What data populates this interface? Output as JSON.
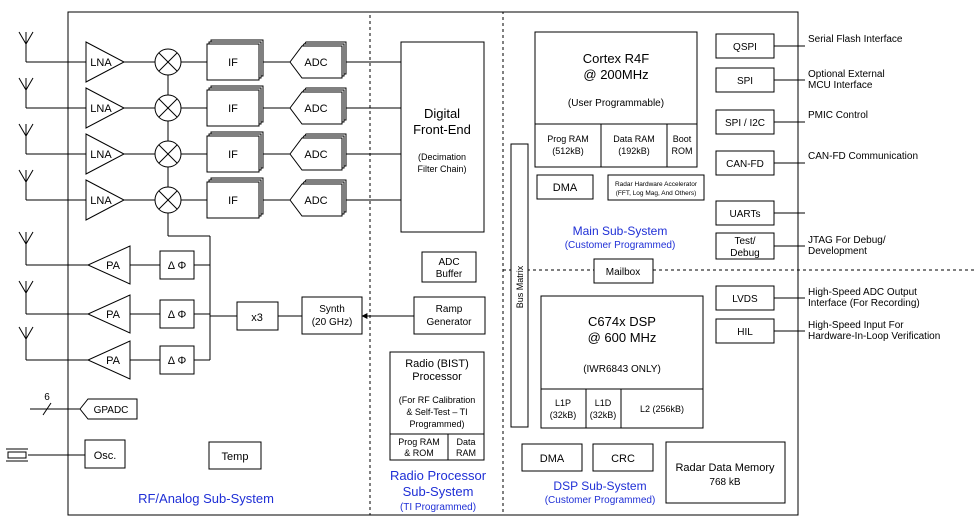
{
  "lna": "LNA",
  "if": "IF",
  "adc": "ADC",
  "pa": "PA",
  "phase": "Δ Φ",
  "x3": "x3",
  "synth": [
    "Synth",
    "(20 GHz)"
  ],
  "ramp": [
    "Ramp",
    "Generator"
  ],
  "gpadc": "GPADC",
  "gpadc_count": "6",
  "osc": "Osc.",
  "temp": "Temp",
  "rf_label": "RF/Analog Sub-System",
  "dfe": [
    "Digital",
    "Front-End"
  ],
  "dfe_sub": [
    "(Decimation",
    "Filter Chain)"
  ],
  "adc_buffer": [
    "ADC",
    "Buffer"
  ],
  "radio_proc": [
    "Radio (BIST)",
    "Processor"
  ],
  "radio_proc_sub": [
    "(For RF Calibration",
    "& Self-Test  – TI",
    "Programmed)"
  ],
  "radio_mem": [
    [
      "Prog RAM",
      "& ROM"
    ],
    [
      "Data",
      "RAM"
    ]
  ],
  "radio_label": [
    "Radio Processor",
    "Sub-System",
    "(TI Programmed)"
  ],
  "cortex": [
    "Cortex R4F",
    "@ 200MHz"
  ],
  "cortex_sub": "(User Programmable)",
  "cortex_mem": [
    [
      "Prog RAM",
      "(512kB)"
    ],
    [
      "Data RAM",
      "(192kB)"
    ],
    [
      "Boot",
      "ROM"
    ]
  ],
  "dma": "DMA",
  "hwa": [
    "Radar Hardware Accelerator",
    "(FFT, Log Mag, And Others)"
  ],
  "main_label": [
    "Main Sub-System",
    "(Customer Programmed)"
  ],
  "bus_matrix": "Bus Matrix",
  "mailbox": "Mailbox",
  "dsp": [
    "C674x DSP",
    "@ 600 MHz"
  ],
  "dsp_sub": "(IWR6843 ONLY)",
  "dsp_mem": [
    [
      "L1P",
      "(32kB)"
    ],
    [
      "L1D",
      "(32kB)"
    ],
    [
      "L2 (256kB)"
    ]
  ],
  "crc": "CRC",
  "radar_mem": [
    "Radar Data Memory",
    "768 kB"
  ],
  "dsp_label": [
    "DSP Sub-System",
    "(Customer Programmed)"
  ],
  "peripherals": [
    {
      "name": [
        "QSPI"
      ],
      "desc": [
        "Serial Flash Interface"
      ]
    },
    {
      "name": [
        "SPI"
      ],
      "desc": [
        "Optional External",
        "MCU Interface"
      ]
    },
    {
      "name": [
        "SPI / I2C"
      ],
      "desc": [
        "PMIC Control"
      ]
    },
    {
      "name": [
        "CAN-FD"
      ],
      "desc": [
        "CAN-FD Communication"
      ]
    },
    {
      "name": [
        "UARTs"
      ],
      "desc": []
    },
    {
      "name": [
        "Test/",
        "Debug"
      ],
      "desc": [
        "JTAG For Debug/",
        "Development"
      ]
    },
    {
      "name": [
        "LVDS"
      ],
      "desc": [
        "High-Speed ADC Output",
        "Interface (For Recording)"
      ]
    },
    {
      "name": [
        "HIL"
      ],
      "desc": [
        "High-Speed Input For",
        "Hardware-In-Loop Verification"
      ]
    }
  ]
}
